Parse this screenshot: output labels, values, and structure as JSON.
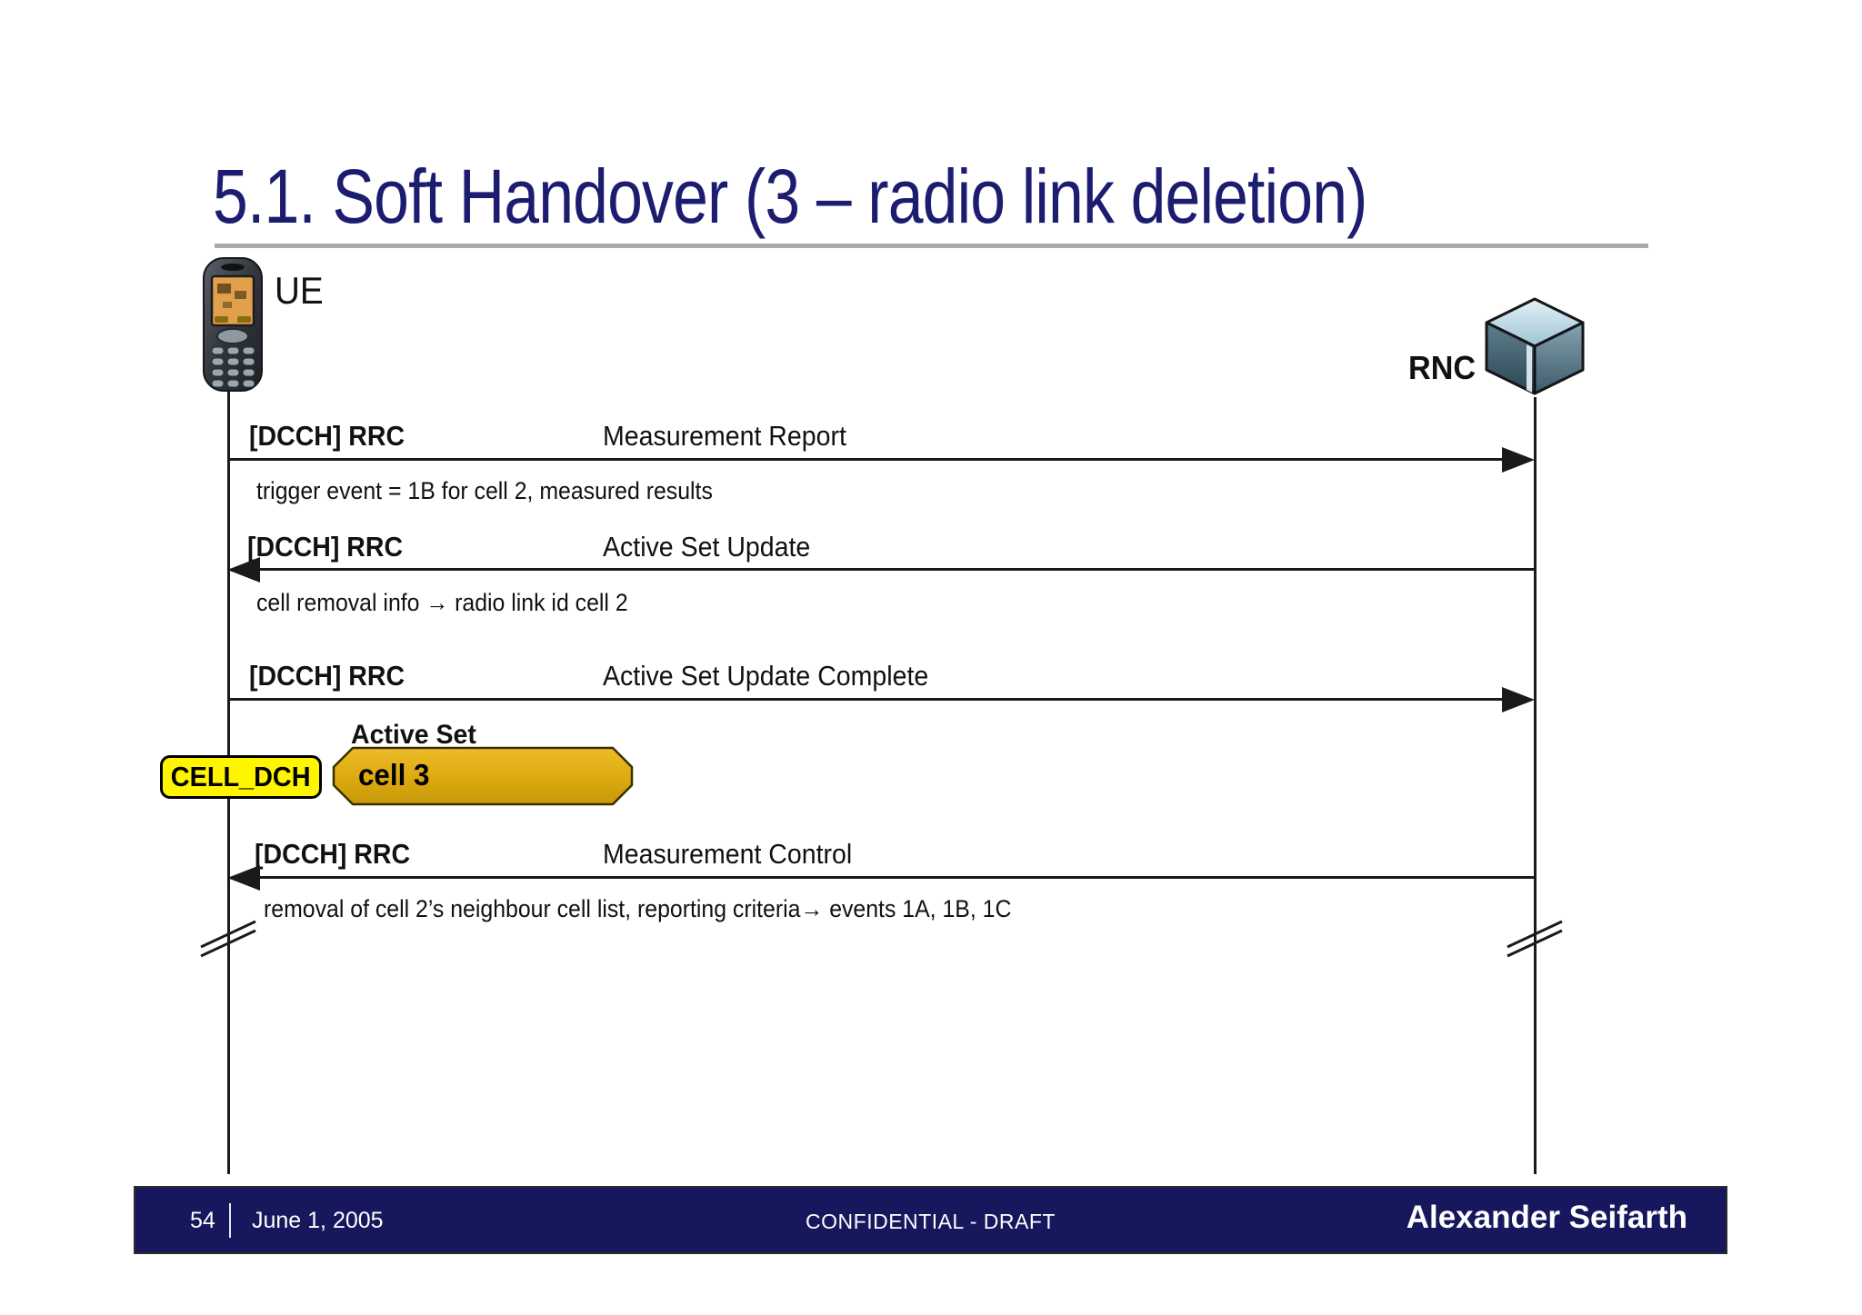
{
  "slide": {
    "title": "5.1. Soft Handover (3 – radio link deletion)",
    "actors": [
      {
        "id": "ue",
        "label": "UE",
        "icon": "mobile-phone-icon"
      },
      {
        "id": "rnc",
        "label": "RNC",
        "icon": "network-cube-icon"
      }
    ],
    "messages": [
      {
        "channel": "[DCCH] RRC",
        "name": "Measurement Report",
        "direction": "ue-to-rnc",
        "note": "trigger event = 1B for cell 2, measured results"
      },
      {
        "channel": "[DCCH] RRC",
        "name": "Active Set Update",
        "direction": "rnc-to-ue",
        "note": "cell removal info → radio link id cell 2"
      },
      {
        "channel": "[DCCH] RRC",
        "name": "Active Set Update Complete",
        "direction": "ue-to-rnc",
        "note": ""
      },
      {
        "channel": "[DCCH] RRC",
        "name": "Measurement Control",
        "direction": "rnc-to-ue",
        "note": "removal of cell 2’s neighbour cell list, reporting criteria→ events 1A, 1B, 1C"
      }
    ],
    "active_set": {
      "label": "Active Set",
      "mode": "CELL_DCH",
      "cells": [
        "cell 3"
      ]
    },
    "footer": {
      "page": "54",
      "date": "June 1, 2005",
      "classification": "CONFIDENTIAL - DRAFT",
      "author": "Alexander Seifarth"
    },
    "colors": {
      "title_navy": "#1c1c70",
      "footer_navy": "#17175e",
      "badge_yellow": "#fff500",
      "badge_gold": "#dca90f",
      "rule_gray": "#a9a9a9",
      "line_black": "#1a1a1a"
    }
  }
}
